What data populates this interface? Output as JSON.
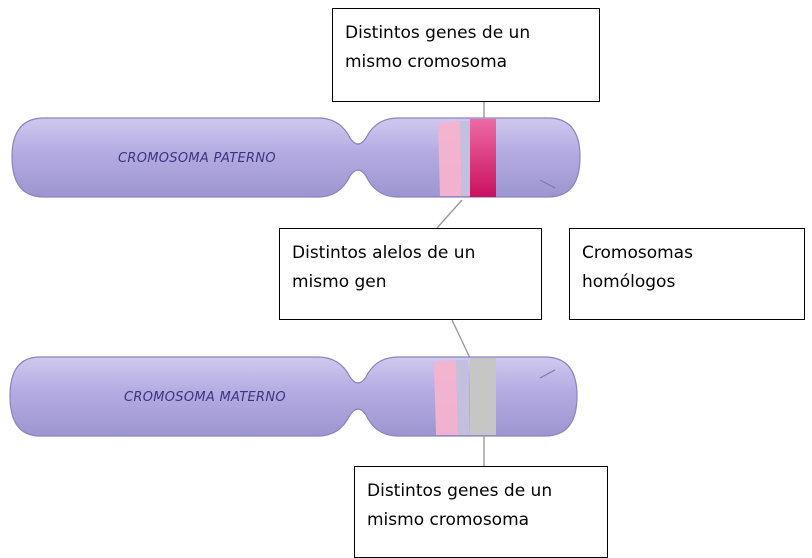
{
  "chromosomes": {
    "paternal": {
      "label": "CROMOSOMA PATERNO",
      "band_colors": [
        "#f5b3cf",
        "#bcbcd6",
        "#d6206f"
      ]
    },
    "maternal": {
      "label": "CROMOSOMA MATERNO",
      "band_colors": [
        "#f5b3cf",
        "#bcbcd6",
        "#c6c6c6"
      ]
    },
    "body_color": "#b7b0e2",
    "outline_color": "#8b84bf"
  },
  "callouts": {
    "top_genes": {
      "line1": "Distintos genes de un",
      "line2": "mismo cromosoma"
    },
    "alleles": {
      "line1": "Distintos alelos de un",
      "line2": "mismo gen"
    },
    "homologous": {
      "line1": "Cromosomas",
      "line2": "homólogos"
    },
    "bottom_genes": {
      "line1": "Distintos genes de un",
      "line2": "mismo cromosoma"
    }
  }
}
